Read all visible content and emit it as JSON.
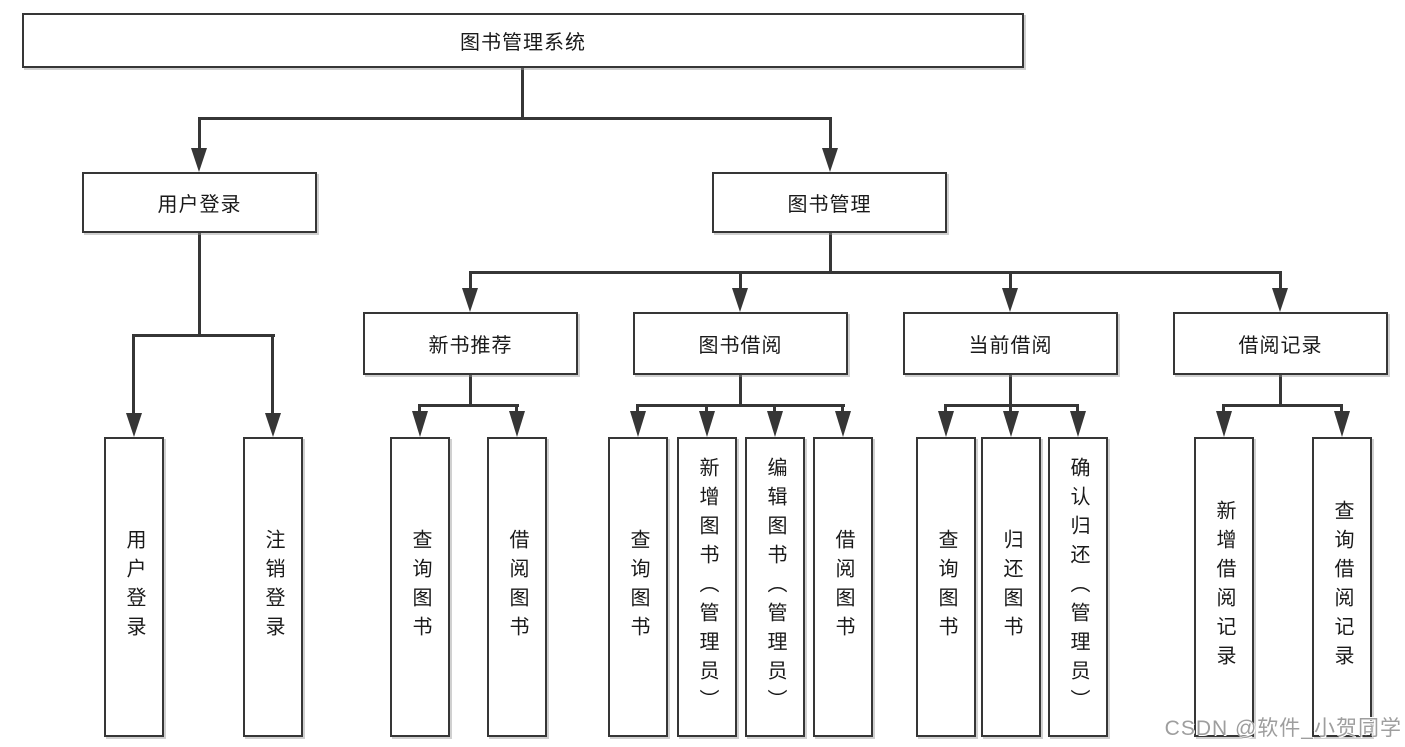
{
  "tree": {
    "label": "图书管理系统",
    "children": [
      {
        "label": "用户登录",
        "children": [
          {
            "label": "用户登录"
          },
          {
            "label": "注销登录"
          }
        ]
      },
      {
        "label": "图书管理",
        "children": [
          {
            "label": "新书推荐",
            "children": [
              {
                "label": "查询图书"
              },
              {
                "label": "借阅图书"
              }
            ]
          },
          {
            "label": "图书借阅",
            "children": [
              {
                "label": "查询图书"
              },
              {
                "label": "新增图书（管理员）"
              },
              {
                "label": "编辑图书（管理员）"
              },
              {
                "label": "借阅图书"
              }
            ]
          },
          {
            "label": "当前借阅",
            "children": [
              {
                "label": "查询图书"
              },
              {
                "label": "归还图书"
              },
              {
                "label": "确认归还（管理员）"
              }
            ]
          },
          {
            "label": "借阅记录",
            "children": [
              {
                "label": "新增借阅记录"
              },
              {
                "label": "查询借阅记录"
              }
            ]
          }
        ]
      }
    ]
  },
  "watermark": {
    "text": "CSDN @软件_小贺同学"
  },
  "colors": {
    "line": "#363636",
    "box_border": "#363636",
    "text": "#1a1a1a",
    "watermark": "#9e9e9e",
    "background": "#ffffff"
  }
}
